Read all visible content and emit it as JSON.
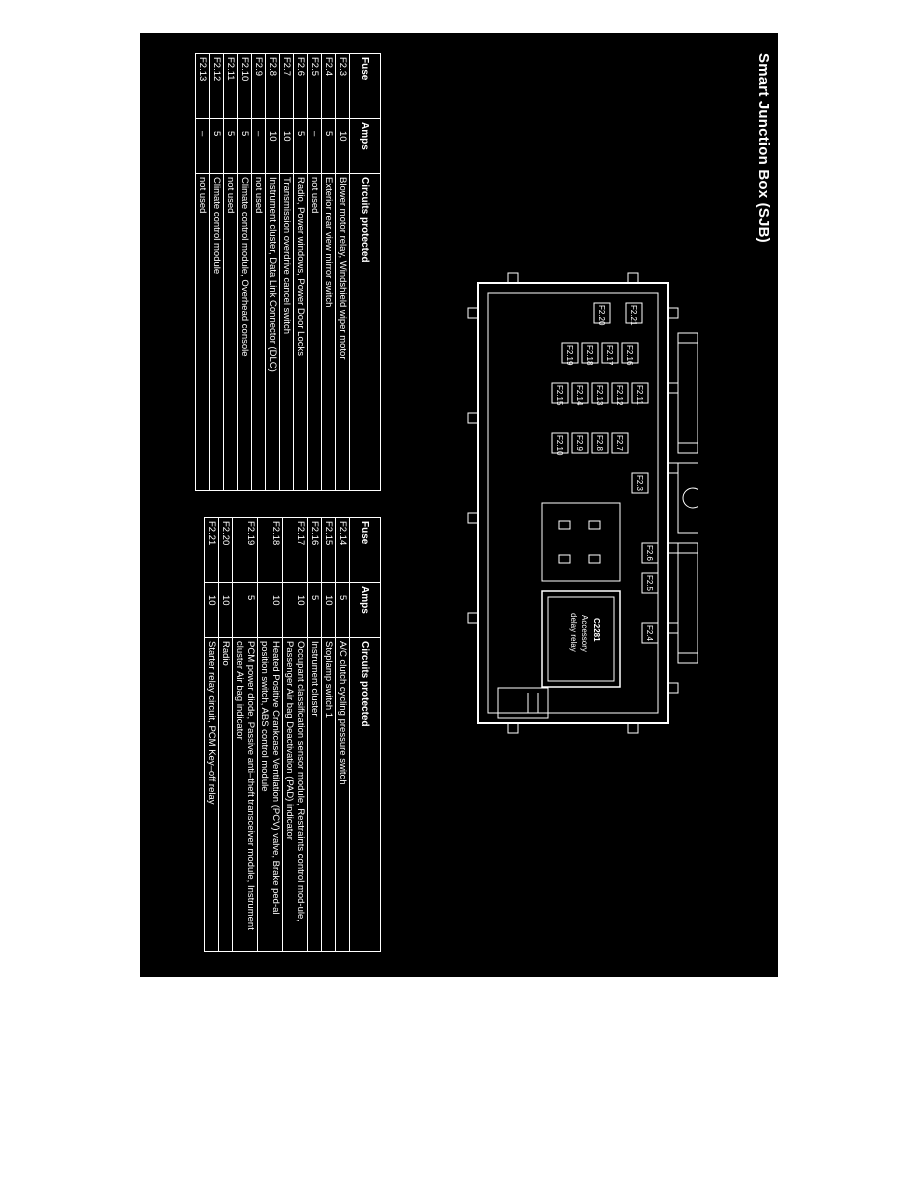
{
  "title": "Smart Junction Box (SJB)",
  "table_a": {
    "headers": [
      "Fuse",
      "Amps",
      "Circuits protected"
    ],
    "rows": [
      {
        "fuse": "F2.3",
        "amps": "10",
        "circuit": "Blower motor relay, Windshield wiper motor"
      },
      {
        "fuse": "F2.4",
        "amps": "5",
        "circuit": "Exterior rear view mirror switch"
      },
      {
        "fuse": "F2.5",
        "amps": "–",
        "circuit": "not used"
      },
      {
        "fuse": "F2.6",
        "amps": "5",
        "circuit": "Radio, Power windows, Power Door Locks"
      },
      {
        "fuse": "F2.7",
        "amps": "10",
        "circuit": "Transmission overdrive cancel switch"
      },
      {
        "fuse": "F2.8",
        "amps": "10",
        "circuit": "Instrument cluster, Data Link Connector (DLC)"
      },
      {
        "fuse": "F2.9",
        "amps": "–",
        "circuit": "not used"
      },
      {
        "fuse": "F2.10",
        "amps": "5",
        "circuit": "Climate control module, Overhead console"
      },
      {
        "fuse": "F2.11",
        "amps": "5",
        "circuit": "not used"
      },
      {
        "fuse": "F2.12",
        "amps": "5",
        "circuit": "Climate control module"
      },
      {
        "fuse": "F2.13",
        "amps": "–",
        "circuit": "not used"
      }
    ]
  },
  "table_b": {
    "headers": [
      "Fuse",
      "Amps",
      "Circuits protected"
    ],
    "rows": [
      {
        "fuse": "F2.14",
        "amps": "5",
        "circuit": "A/C clutch cycling pressure switch"
      },
      {
        "fuse": "F2.15",
        "amps": "10",
        "circuit": "Stoplamp switch 1"
      },
      {
        "fuse": "F2.16",
        "amps": "5",
        "circuit": "Instrument cluster"
      },
      {
        "fuse": "F2.17",
        "amps": "10",
        "circuit": "Occupant classification sensor module, Restraints control mod-ule, Passenger Air bag Deactivation (PAD) indicator"
      },
      {
        "fuse": "F2.18",
        "amps": "10",
        "circuit": "Heated Positive Crankcase Ventilation (PCV) valve, Brake ped-al position switch, ABS control module"
      },
      {
        "fuse": "F2.19",
        "amps": "5",
        "circuit": "PCM power diode, Passive anti–theft transceiver module, Instrument cluster  Air bag indicator"
      },
      {
        "fuse": "F2.20",
        "amps": "10",
        "circuit": "Radio"
      },
      {
        "fuse": "F2.21",
        "amps": "10",
        "circuit": "Starter relay circuit, PCM Key–off relay"
      }
    ]
  },
  "diagram": {
    "fuse_labels": [
      "F2.21",
      "F2.20",
      "F2.19",
      "F2.18",
      "F2.17",
      "F2.16",
      "F2.15",
      "F2.14",
      "F2.13",
      "F2.12",
      "F2.11",
      "F2.10",
      "F2.9",
      "F2.8",
      "F2.7",
      "F2.3",
      "F2.6",
      "F2.5",
      "F2.4"
    ],
    "relay_id": "C2281",
    "relay_name_line1": "Accessory",
    "relay_name_line2": "delay relay"
  }
}
